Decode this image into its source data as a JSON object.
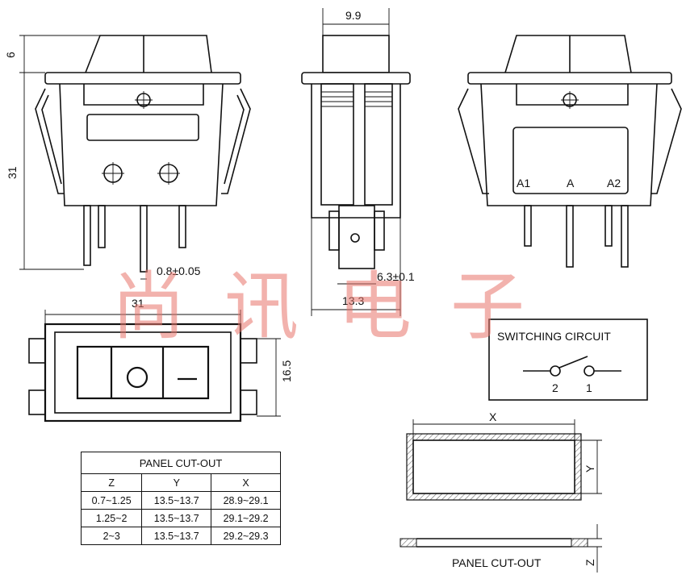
{
  "dimensions": {
    "top_height": "6",
    "body_height": "31",
    "side_width": "9.9",
    "pin_width": "0.8±0.05",
    "tab_width": "6.3±0.1",
    "side_depth": "13.3",
    "front_width": "31",
    "front_height": "16.5"
  },
  "terminals": {
    "a1": "A1",
    "a": "A",
    "a2": "A2"
  },
  "front_symbols": {
    "off": "O",
    "on": "—"
  },
  "switching": {
    "title": "SWITCHING CIRCUIT",
    "label_left": "2",
    "label_right": "1"
  },
  "cutout": {
    "x_label": "X",
    "y_label": "Y",
    "z_label": "Z",
    "caption": "PANEL CUT-OUT"
  },
  "table": {
    "title": "PANEL CUT-OUT",
    "headers": [
      "Z",
      "Y",
      "X"
    ],
    "rows": [
      [
        "0.7~1.25",
        "13.5~13.7",
        "28.9~29.1"
      ],
      [
        "1.25~2",
        "13.5~13.7",
        "29.1~29.2"
      ],
      [
        "2~3",
        "13.5~13.7",
        "29.2~29.3"
      ]
    ]
  },
  "watermark": "尚讯电子"
}
